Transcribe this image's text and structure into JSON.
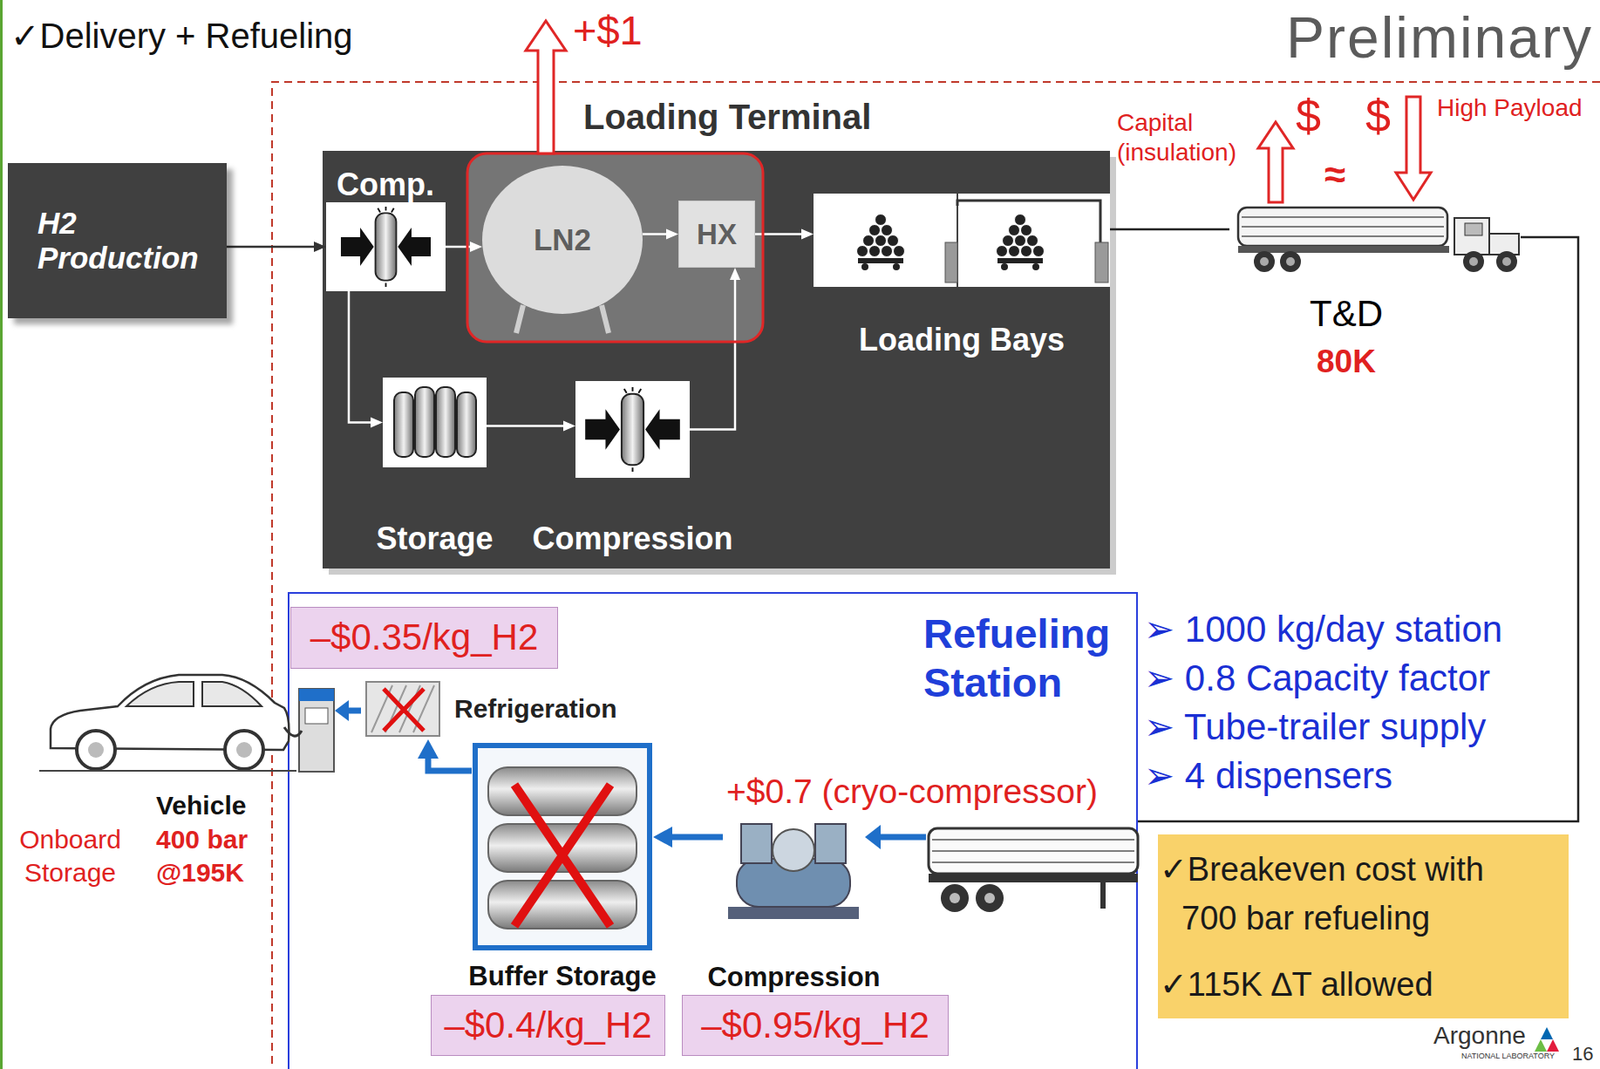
{
  "diagram": {
    "title": "✓Delivery + Refueling",
    "nodes": [
      {
        "text": [
          "H2 Production"
        ]
      },
      {
        "text": [
          "Loading Terminal"
        ]
      },
      {
        "text": [
          "Comp."
        ],
        "in": 1
      },
      {
        "text": [
          "LN2"
        ],
        "in": 1
      },
      {
        "text": [
          "HX"
        ],
        "in": 1
      },
      {
        "text": [
          "Loading Bays"
        ],
        "in": 1
      },
      {
        "text": [
          "Storage"
        ],
        "in": 1
      },
      {
        "text": [
          "Compression"
        ],
        "in": 1
      },
      {
        "text": [
          "T&D",
          "80K"
        ]
      },
      {
        "text": [
          "Refueling Station"
        ]
      },
      {
        "text": [
          "–$0.35/kg_H2"
        ],
        "in": 9
      },
      {
        "text": [
          "Refrigeration"
        ],
        "in": 9
      },
      {
        "text": [
          "Buffer Storage"
        ],
        "in": 9
      },
      {
        "text": [
          "Compression"
        ],
        "in": 9
      },
      {
        "text": [
          "–$0.4/kg_H2"
        ],
        "in": 9
      },
      {
        "text": [
          "–$0.95/kg_H2"
        ],
        "in": 9
      },
      {
        "text": [
          "✓Breakeven cost with 700 bar refueling",
          "✓115K ∆T allowed"
        ]
      }
    ],
    "edges": [
      {
        "from": 0,
        "to": 2,
        "arrow": "to"
      },
      {
        "from": 2,
        "to": 3,
        "arrow": "to"
      },
      {
        "from": 3,
        "to": 4,
        "arrow": "to"
      },
      {
        "from": 4,
        "to": 5,
        "arrow": "to"
      },
      {
        "from": 2,
        "to": 6,
        "arrow": "to"
      },
      {
        "from": 6,
        "to": 7,
        "arrow": "to"
      },
      {
        "from": 7,
        "to": 4,
        "arrow": "to"
      },
      {
        "from": 5,
        "to": 8,
        "arrow": "none"
      },
      {
        "from": 8,
        "to": 9,
        "arrow": "none"
      },
      {
        "from": 13,
        "to": 12,
        "arrow": "to"
      },
      {
        "from": 12,
        "to": 11,
        "arrow": "to"
      }
    ],
    "labels": [
      "+$1",
      "Preliminary",
      "Capital (insulation)",
      "$",
      "$",
      "≈",
      "High Payload",
      "+$0.7 (cryo-compressor)",
      "➢ 1000 kg/day station",
      "➢ 0.8 Capacity factor",
      "➢ Tube-trailer supply",
      "➢ 4 dispensers",
      "Vehicle",
      "Onboard Storage",
      "400 bar @195K",
      "Argonne",
      "NATIONAL LABORATORY",
      "16"
    ]
  }
}
